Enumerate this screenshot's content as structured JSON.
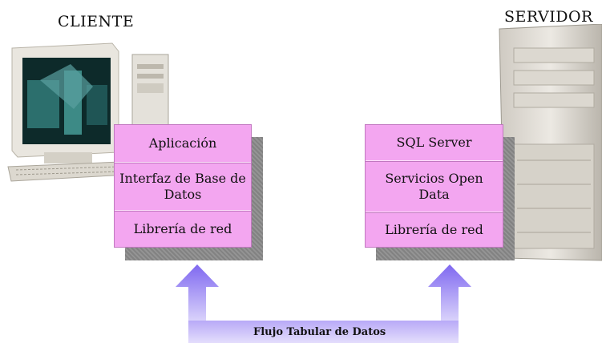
{
  "client": {
    "title": "CLIENTE",
    "layers": [
      "Aplicación",
      "Interfaz de Base de Datos",
      "Librería de red"
    ]
  },
  "server": {
    "title": "SERVIDOR",
    "layers": [
      "SQL Server",
      "Servicios Open Data",
      "Librería de red"
    ]
  },
  "flow": {
    "label": "Flujo Tabular de Datos"
  },
  "colors": {
    "layer_fill": "#f3a6f0",
    "arrow": "#9b86f2",
    "shadow": "#8d8d8d"
  }
}
